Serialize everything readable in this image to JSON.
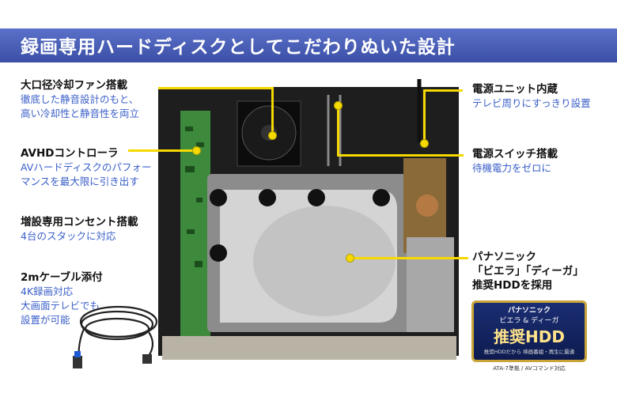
{
  "title": "録画専用ハードディスクとしてこだわりぬいた設計",
  "left_features": [
    {
      "heading": "大口径冷却ファン搭載",
      "desc": "徹底した静音設計のもと、\n高い冷却性と静音性を両立"
    },
    {
      "heading": "AVHDコントローラ",
      "desc": "AVハードディスクのパフォー\nマンスを最大限に引き出す"
    },
    {
      "heading": "増設専用コンセント搭載",
      "desc": "4台のスタックに対応"
    },
    {
      "heading": "2mケーブル添付",
      "desc": "4K録画対応\n大画面テレビでも\n設置が可能"
    }
  ],
  "right_features": [
    {
      "heading": "電源ユニット内蔵",
      "desc": "テレビ周りにすっきり設置"
    },
    {
      "heading": "電源スイッチ搭載",
      "desc": "待機電力をゼロに"
    },
    {
      "heading": "パナソニック\n「ビエラ」「ディーガ」\n推奨HDDを採用",
      "desc": ""
    }
  ],
  "badge": {
    "line1": "パナソニック",
    "line2": "ビエラ & ディーガ",
    "line3": "推奨HDD",
    "line4": "推奨HDDだから 映画番組・再生に最適",
    "note": "ATA-7準拠 / AVコマンド対応"
  },
  "colors": {
    "accent": "#f5d900",
    "banner": "#4a5fb8",
    "desc_text": "#3a5fc8"
  }
}
